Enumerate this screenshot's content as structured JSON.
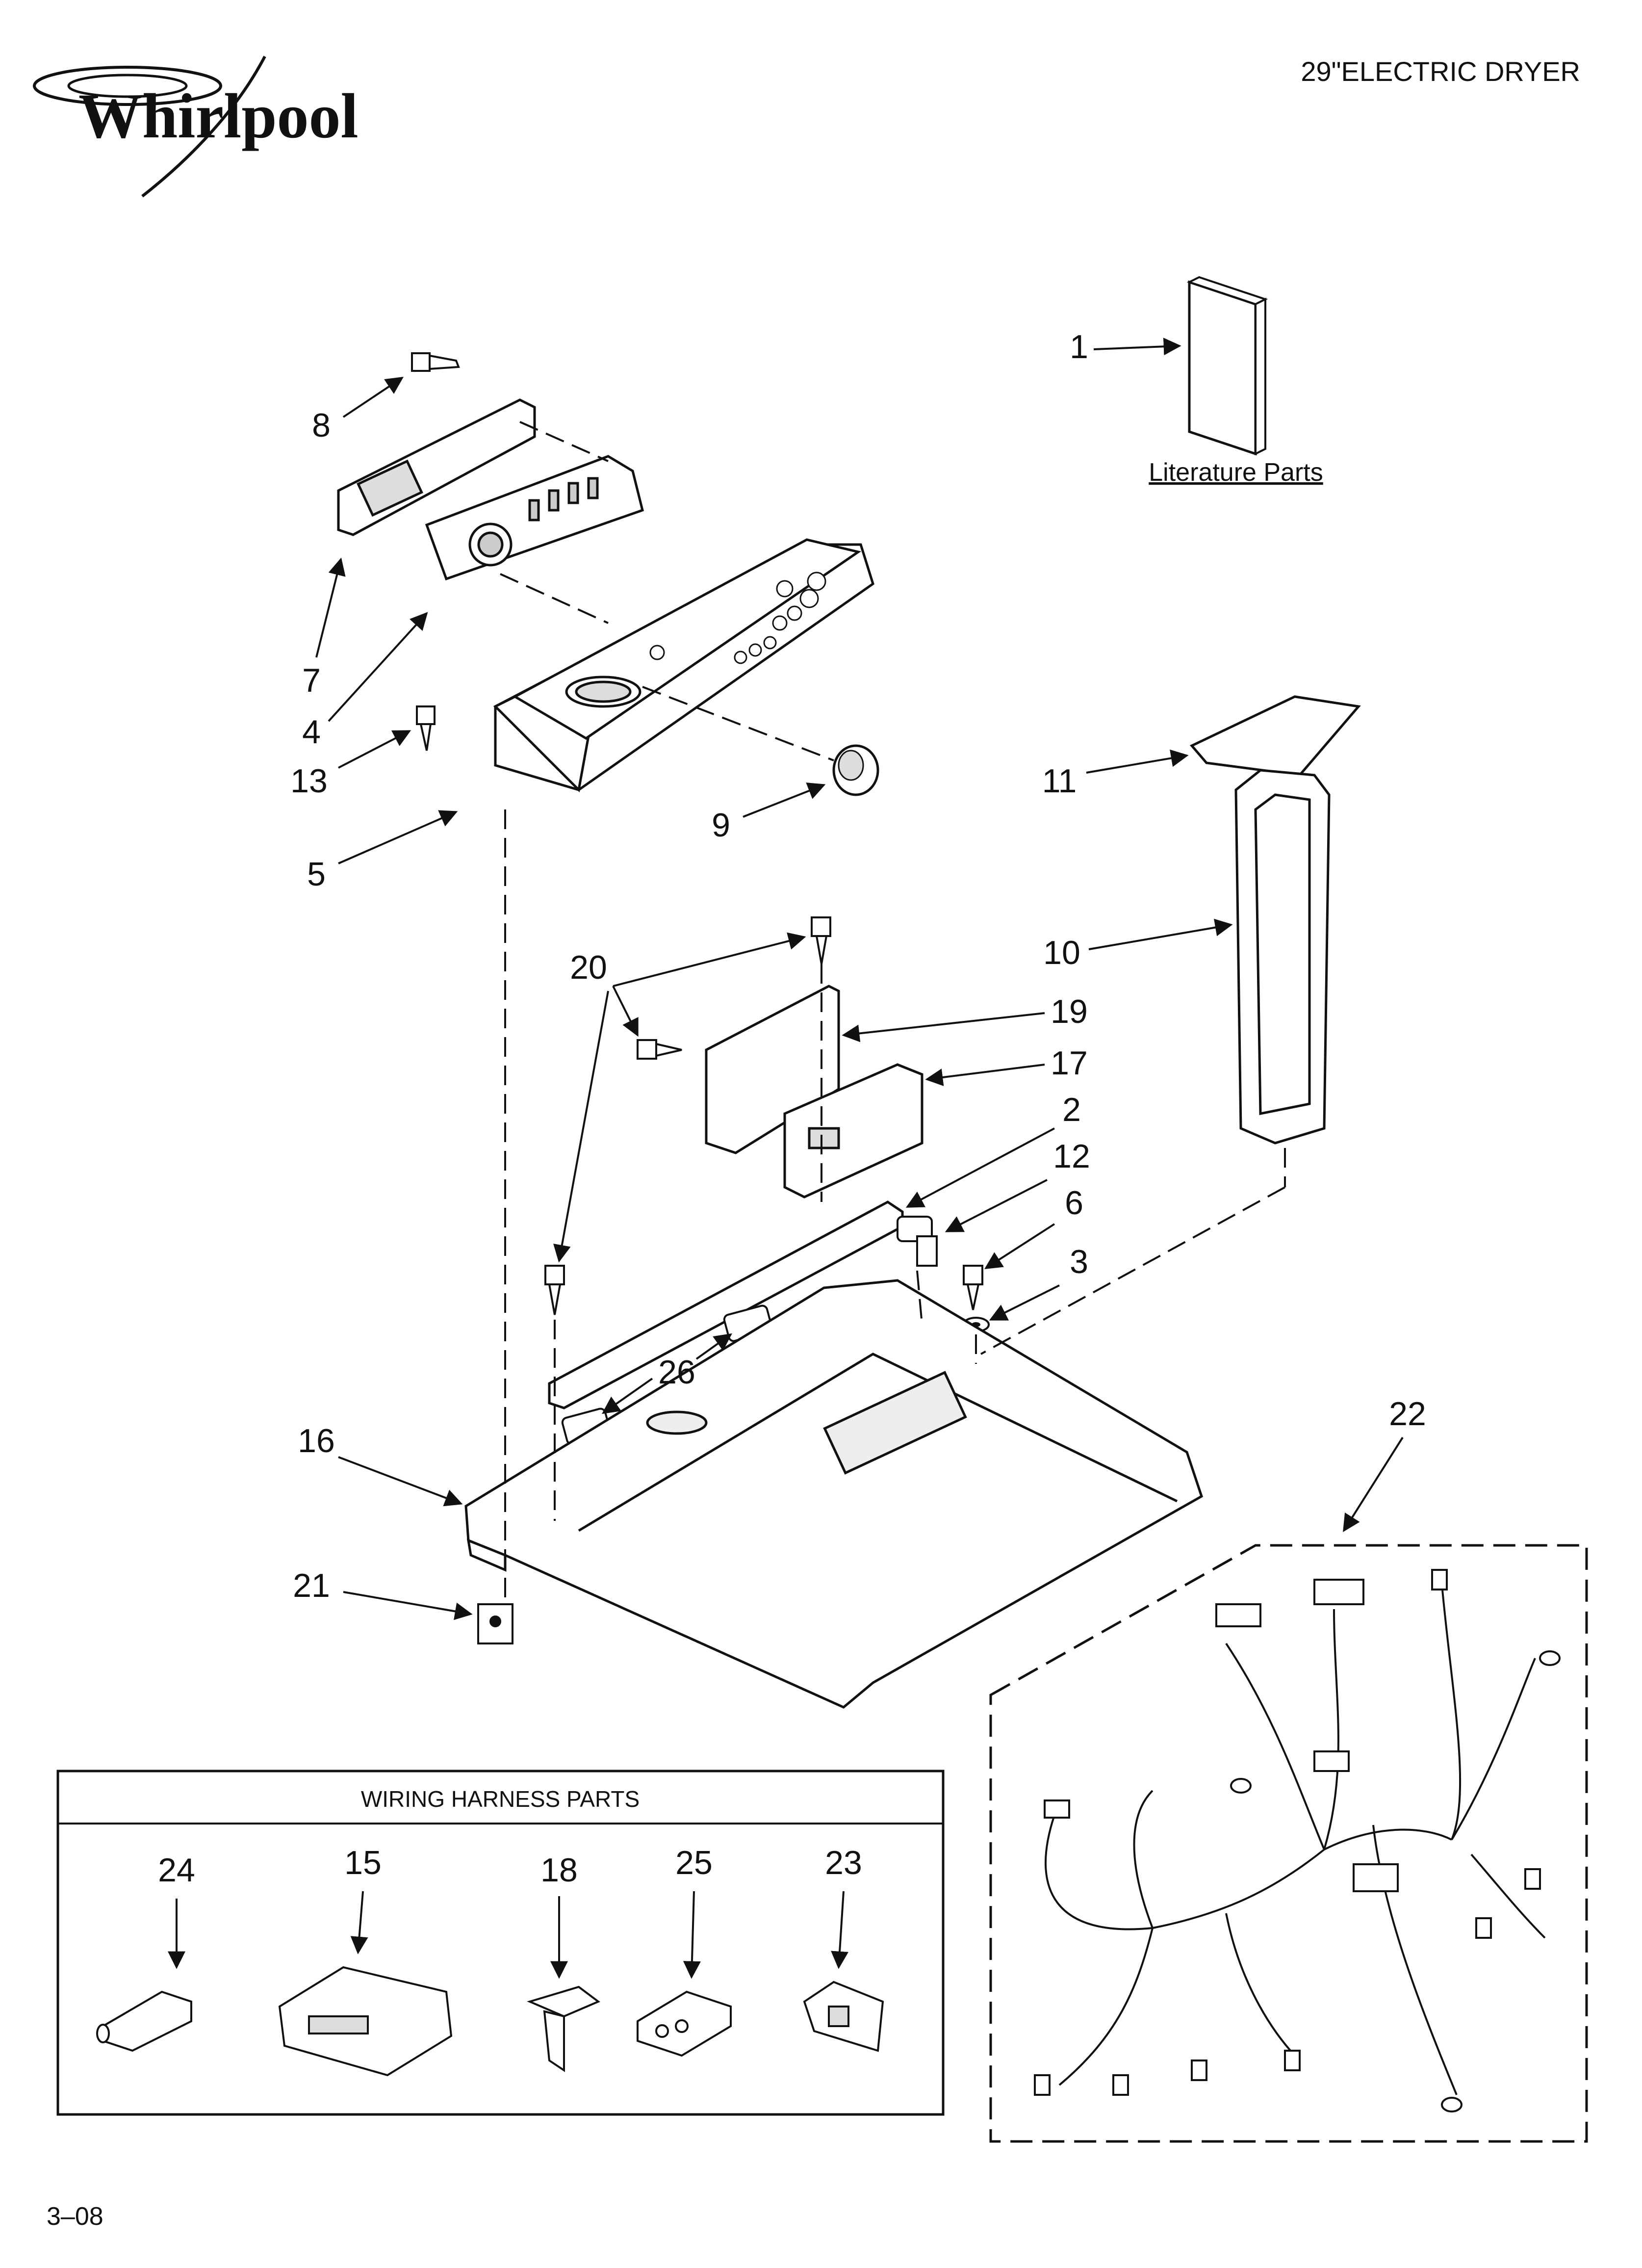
{
  "header": {
    "brand": "Whirlpool",
    "product_title": "29\"ELECTRIC DRYER"
  },
  "literature": {
    "label": "Literature Parts"
  },
  "wiring_box": {
    "title": "WIRING HARNESS PARTS"
  },
  "callouts": [
    "1",
    "2",
    "3",
    "4",
    "5",
    "6",
    "7",
    "8",
    "9",
    "10",
    "11",
    "12",
    "13",
    "16",
    "17",
    "19",
    "20",
    "21",
    "22",
    "26"
  ],
  "wiring_callouts": [
    "24",
    "15",
    "18",
    "25",
    "23"
  ],
  "footer": {
    "code": "3–08"
  }
}
